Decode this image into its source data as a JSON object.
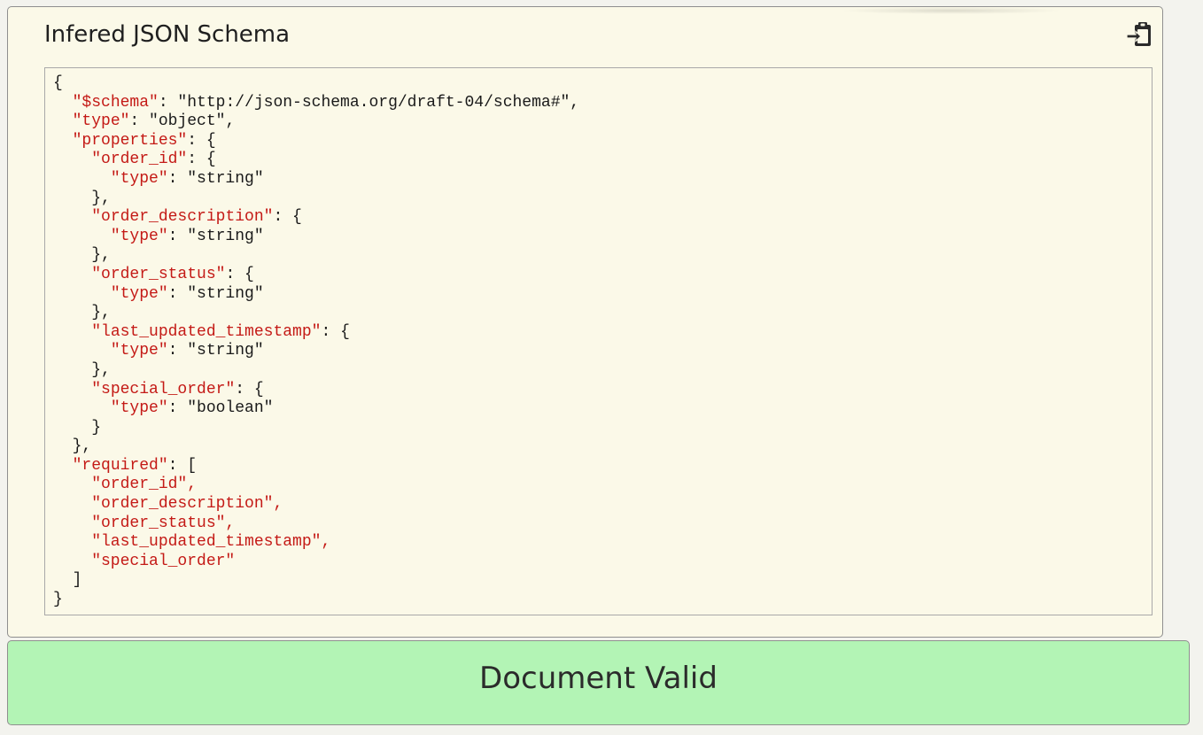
{
  "panel": {
    "title": "Infered JSON Schema",
    "copy_icon": "clipboard-paste-icon"
  },
  "code": {
    "lines": [
      [
        {
          "t": "{",
          "c": "s"
        }
      ],
      [
        {
          "t": "  ",
          "c": "s"
        },
        {
          "t": "\"$schema\"",
          "c": "k"
        },
        {
          "t": ": \"http://json-schema.org/draft-04/schema#\",",
          "c": "s"
        }
      ],
      [
        {
          "t": "  ",
          "c": "s"
        },
        {
          "t": "\"type\"",
          "c": "k"
        },
        {
          "t": ": \"object\",",
          "c": "s"
        }
      ],
      [
        {
          "t": "  ",
          "c": "s"
        },
        {
          "t": "\"properties\"",
          "c": "k"
        },
        {
          "t": ": {",
          "c": "s"
        }
      ],
      [
        {
          "t": "    ",
          "c": "s"
        },
        {
          "t": "\"order_id\"",
          "c": "k"
        },
        {
          "t": ": {",
          "c": "s"
        }
      ],
      [
        {
          "t": "      ",
          "c": "s"
        },
        {
          "t": "\"type\"",
          "c": "k"
        },
        {
          "t": ": \"string\"",
          "c": "s"
        }
      ],
      [
        {
          "t": "    },",
          "c": "s"
        }
      ],
      [
        {
          "t": "    ",
          "c": "s"
        },
        {
          "t": "\"order_description\"",
          "c": "k"
        },
        {
          "t": ": {",
          "c": "s"
        }
      ],
      [
        {
          "t": "      ",
          "c": "s"
        },
        {
          "t": "\"type\"",
          "c": "k"
        },
        {
          "t": ": \"string\"",
          "c": "s"
        }
      ],
      [
        {
          "t": "    },",
          "c": "s"
        }
      ],
      [
        {
          "t": "    ",
          "c": "s"
        },
        {
          "t": "\"order_status\"",
          "c": "k"
        },
        {
          "t": ": {",
          "c": "s"
        }
      ],
      [
        {
          "t": "      ",
          "c": "s"
        },
        {
          "t": "\"type\"",
          "c": "k"
        },
        {
          "t": ": \"string\"",
          "c": "s"
        }
      ],
      [
        {
          "t": "    },",
          "c": "s"
        }
      ],
      [
        {
          "t": "    ",
          "c": "s"
        },
        {
          "t": "\"last_updated_timestamp\"",
          "c": "k"
        },
        {
          "t": ": {",
          "c": "s"
        }
      ],
      [
        {
          "t": "      ",
          "c": "s"
        },
        {
          "t": "\"type\"",
          "c": "k"
        },
        {
          "t": ": \"string\"",
          "c": "s"
        }
      ],
      [
        {
          "t": "    },",
          "c": "s"
        }
      ],
      [
        {
          "t": "    ",
          "c": "s"
        },
        {
          "t": "\"special_order\"",
          "c": "k"
        },
        {
          "t": ": {",
          "c": "s"
        }
      ],
      [
        {
          "t": "      ",
          "c": "s"
        },
        {
          "t": "\"type\"",
          "c": "k"
        },
        {
          "t": ": \"boolean\"",
          "c": "s"
        }
      ],
      [
        {
          "t": "    }",
          "c": "s"
        }
      ],
      [
        {
          "t": "  },",
          "c": "s"
        }
      ],
      [
        {
          "t": "  ",
          "c": "s"
        },
        {
          "t": "\"required\"",
          "c": "k"
        },
        {
          "t": ": [",
          "c": "s"
        }
      ],
      [
        {
          "t": "    \"order_id\",",
          "c": "k"
        }
      ],
      [
        {
          "t": "    \"order_description\",",
          "c": "k"
        }
      ],
      [
        {
          "t": "    \"order_status\",",
          "c": "k"
        }
      ],
      [
        {
          "t": "    \"last_updated_timestamp\",",
          "c": "k"
        }
      ],
      [
        {
          "t": "    \"special_order\"",
          "c": "k"
        }
      ],
      [
        {
          "t": "  ]",
          "c": "s"
        }
      ],
      [
        {
          "t": "}",
          "c": "s"
        }
      ]
    ]
  },
  "status": {
    "text": "Document Valid",
    "color": "#b3f4b5"
  },
  "colors": {
    "panel_bg": "#fbf9e8",
    "key": "#c41a16",
    "text": "#1a1a1a"
  }
}
